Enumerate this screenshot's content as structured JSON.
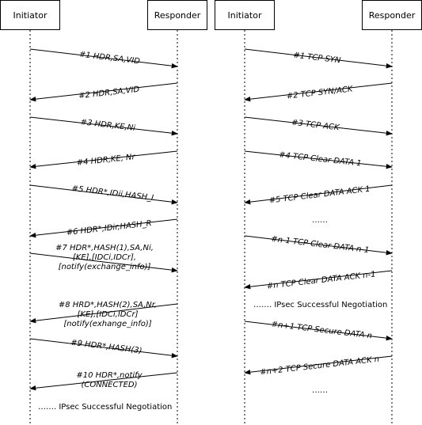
{
  "participants": {
    "left_initiator": "Initiator",
    "left_responder": "Responder",
    "right_initiator": "Initiator",
    "right_responder": "Responder"
  },
  "left_flow": {
    "messages": [
      {
        "lines": [
          "#1 HDR,SA,VID"
        ],
        "direction": "to_responder"
      },
      {
        "lines": [
          "#2 HDR,SA,VID"
        ],
        "direction": "to_initiator"
      },
      {
        "lines": [
          "#3 HDR,KE,Ni"
        ],
        "direction": "to_responder"
      },
      {
        "lines": [
          "#4 HDR,KE, Nr"
        ],
        "direction": "to_initiator"
      },
      {
        "lines": [
          "#5 HDR*,IDii,HASH_I"
        ],
        "direction": "to_responder"
      },
      {
        "lines": [
          "#6 HDR*,IDir,HASH_R"
        ],
        "direction": "to_initiator"
      },
      {
        "lines": [
          "#7  HDR*,HASH(1),SA,Ni,",
          "[KE],[IDCi,IDCr],",
          "[notify(exchange_info)]"
        ],
        "direction": "to_responder"
      },
      {
        "lines": [
          "#8 HRD*,HASH(2),SA,Nr,",
          "[KE],[IDCi,IDCr]",
          "[notify(exhange_info)]"
        ],
        "direction": "to_initiator"
      },
      {
        "lines": [
          "#9 HDR*,HASH(3)"
        ],
        "direction": "to_responder"
      },
      {
        "lines": [
          "#10 HDR*,notify",
          "(CONNECTED)"
        ],
        "direction": "to_initiator"
      }
    ],
    "footer_note": "……. IPsec Successful Negotiation"
  },
  "right_flow": {
    "messages": [
      {
        "lines": [
          "#1 TCP SYN"
        ],
        "direction": "to_responder"
      },
      {
        "lines": [
          "#2 TCP SYN/ACK"
        ],
        "direction": "to_initiator"
      },
      {
        "lines": [
          "#3 TCP ACK"
        ],
        "direction": "to_responder"
      },
      {
        "lines": [
          "#4 TCP Clear DATA 1"
        ],
        "direction": "to_responder"
      },
      {
        "lines": [
          "#5 TCP Clear DATA ACK 1"
        ],
        "direction": "to_initiator"
      },
      {
        "lines": [
          "#n-1 TCP Clear DATA n-1"
        ],
        "direction": "to_responder"
      },
      {
        "lines": [
          "#n TCP Clear DATA ACK n-1"
        ],
        "direction": "to_initiator"
      },
      {
        "lines": [
          "#n+1 TCP Secure DATA n"
        ],
        "direction": "to_responder"
      },
      {
        "lines": [
          "#n+2 TCP Secure DATA ACK n"
        ],
        "direction": "to_initiator"
      }
    ],
    "ellipsis_1": "……",
    "mid_note": "……. IPsec Successful Negotiation",
    "ellipsis_2": "……"
  }
}
